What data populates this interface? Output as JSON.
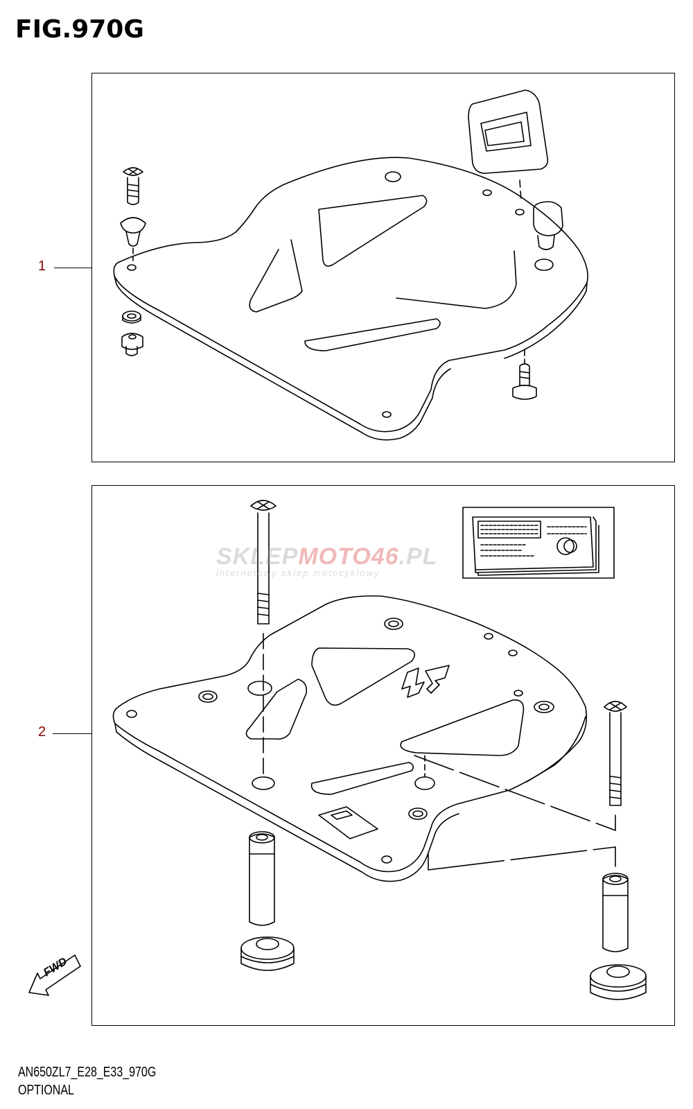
{
  "figure": {
    "title": "FIG.970G"
  },
  "callouts": [
    {
      "number": "1"
    },
    {
      "number": "2"
    }
  ],
  "footer": {
    "model_code": "AN650ZL7_E28_E33_970G",
    "section": "OPTIONAL"
  },
  "fwd_marker": {
    "label": "FWD"
  },
  "watermark": {
    "brand_a": "SKLEP",
    "brand_b": "MOTO46",
    "brand_c": ".PL",
    "tagline": "internetowy sklep motocyklowy"
  },
  "colors": {
    "line": "#000000",
    "callout_number": "#8b0000",
    "watermark_accent": "#d63a3a"
  }
}
